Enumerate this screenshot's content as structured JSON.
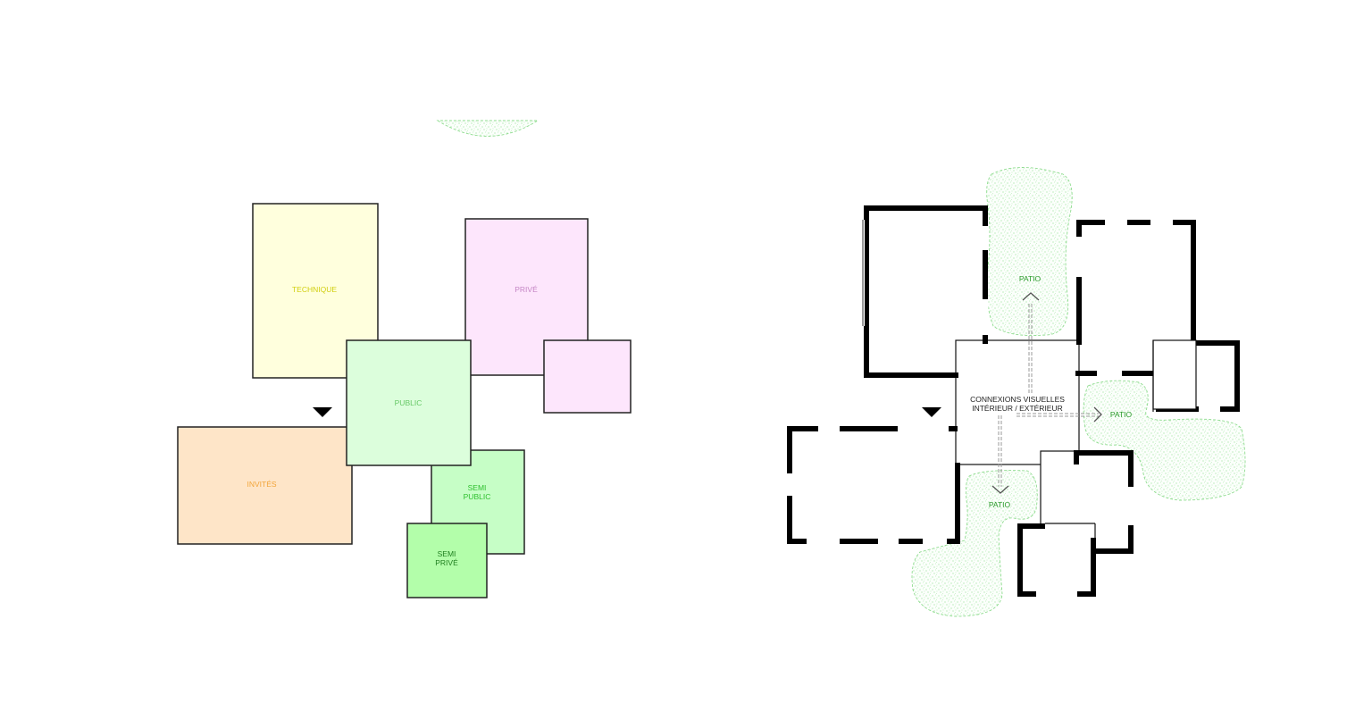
{
  "left_diagram": {
    "zones": [
      {
        "id": "technique",
        "label": "TECHNIQUE",
        "fill": "#ffffdd",
        "text_color": "#d2cf10"
      },
      {
        "id": "prive",
        "label": "PRIVÉ",
        "fill": "#fde6fc",
        "text_color": "#c585c5"
      },
      {
        "id": "public",
        "label": "PUBLIC",
        "fill": "#dcfedc",
        "text_color": "#66c866"
      },
      {
        "id": "invites",
        "label": "INVITÉS",
        "fill": "#fee5c8",
        "text_color": "#f2a53a"
      },
      {
        "id": "semi_public",
        "label_line1": "SEMI",
        "label_line2": "PUBLIC",
        "fill": "#c6fec6",
        "text_color": "#2fc02f"
      },
      {
        "id": "semi_prive",
        "label_line1": "SEMI",
        "label_line2": "PRIVÉ",
        "fill": "#b3feaa",
        "text_color": "#1f7f1f"
      }
    ]
  },
  "right_plan": {
    "center_label_line1": "CONNEXIONS VISUELLES",
    "center_label_line2": "INTÉRIEUR / EXTÉRIEUR",
    "patios": [
      "PATIO",
      "PATIO",
      "PATIO"
    ],
    "patio_text_color": "#2a9a2a",
    "patio_fill_color": "#8fdc8f"
  }
}
